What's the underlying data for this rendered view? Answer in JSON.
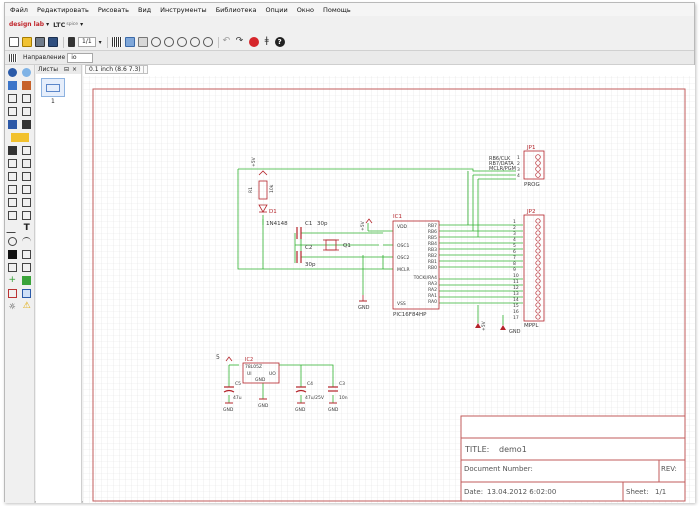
{
  "menu": [
    "Файл",
    "Редактировать",
    "Рисовать",
    "Вид",
    "Инструменты",
    "Библиотека",
    "Опции",
    "Окно",
    "Помощь"
  ],
  "toolbar": {
    "logo_text": "design lab",
    "ltc_text": "LTC",
    "ltc_sub": "spice",
    "zoom_value": "1/1",
    "direction_label": "Направление",
    "direction_value": "io"
  },
  "sheets_panel": {
    "title": "Листы",
    "sheet_number": "1"
  },
  "coords": "0.1 inch (8.6 7.3)",
  "titleblock": {
    "title_label": "TITLE:",
    "title_value": "demo1",
    "docnum_label": "Document Number:",
    "rev_label": "REV:",
    "date_label": "Date:",
    "date_value": "13.04.2012 6:02:00",
    "sheet_label": "Sheet:",
    "sheet_value": "1/1"
  },
  "schematic": {
    "jp1": {
      "ref": "JP1",
      "name": "PROG",
      "pins": [
        "1",
        "2",
        "3",
        "4"
      ],
      "nets": [
        "RB6/CLK",
        "RB7/DATA",
        "MCLR/PGM"
      ]
    },
    "jp2": {
      "ref": "JP2",
      "name": "MPPL",
      "pins": [
        "1",
        "2",
        "3",
        "4",
        "5",
        "6",
        "7",
        "8",
        "9",
        "10",
        "11",
        "12",
        "13",
        "14",
        "15",
        "16",
        "17"
      ]
    },
    "ic1": {
      "ref": "IC1",
      "name": "PIC16F84HP",
      "left_pins": [
        "VDD",
        "OSC1",
        "OSC2",
        "MCLR",
        "VSS"
      ],
      "right_pins": [
        "RB7",
        "RB6",
        "RB5",
        "RB4",
        "RB3",
        "RB2",
        "RB1",
        "RB0",
        "T0CKI/RA4",
        "RA3",
        "RA2",
        "RA1",
        "RA0"
      ]
    },
    "ic2": {
      "ref": "IC2",
      "name": "78L05Z",
      "pins": [
        "UI",
        "UO",
        "GND"
      ]
    },
    "d1": {
      "ref": "D1",
      "name": "1N4148"
    },
    "r1": {
      "ref": "R1",
      "value": "10k"
    },
    "c1": {
      "ref": "C1",
      "value": "30p"
    },
    "c2": {
      "ref": "C2",
      "value": "30p"
    },
    "q1": {
      "ref": "Q1",
      "value": ""
    },
    "c3": {
      "ref": "C3",
      "value": "10n"
    },
    "c4": {
      "ref": "C4",
      "value": "47u/25V"
    },
    "c5": {
      "ref": "C5",
      "value": "47u"
    },
    "power_labels": [
      "+5V",
      "+5V",
      "5",
      "+5V"
    ],
    "gnd_label": "GND"
  },
  "colors": {
    "wire": "#2fb12f",
    "component": "#b4232a",
    "text": "#3a3a3a",
    "grid": "#e1e1e1",
    "frame": "#c25b5b"
  }
}
